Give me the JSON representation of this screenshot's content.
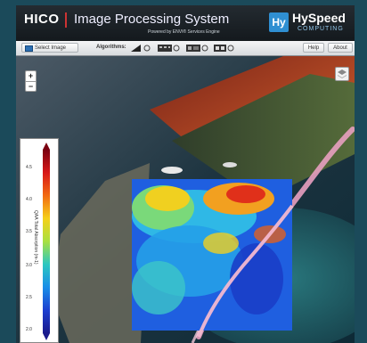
{
  "header": {
    "brand": "HICO",
    "title": "Image Processing System",
    "powered_by": "Powered by ENVI® Services Engine",
    "logo_mark": "Hy",
    "logo_name": "HySpeed",
    "logo_sub": "COMPUTING"
  },
  "toolbar": {
    "select_image": "Select Image",
    "algorithms_label": "Algorithms:",
    "help": "Help",
    "about": "About"
  },
  "map": {
    "zoom_in": "+",
    "zoom_out": "−"
  },
  "colorbar": {
    "label": "QAA Total Absorption (m-1)",
    "ticks": [
      "4.5",
      "4.0",
      "3.5",
      "3.0",
      "2.5",
      "2.0"
    ],
    "gradient": [
      "#7a0010",
      "#d81818",
      "#f26a12",
      "#f5d019",
      "#a8e040",
      "#2cc7c0",
      "#1a8ee8",
      "#1c3fd0",
      "#1a1a8c"
    ]
  }
}
